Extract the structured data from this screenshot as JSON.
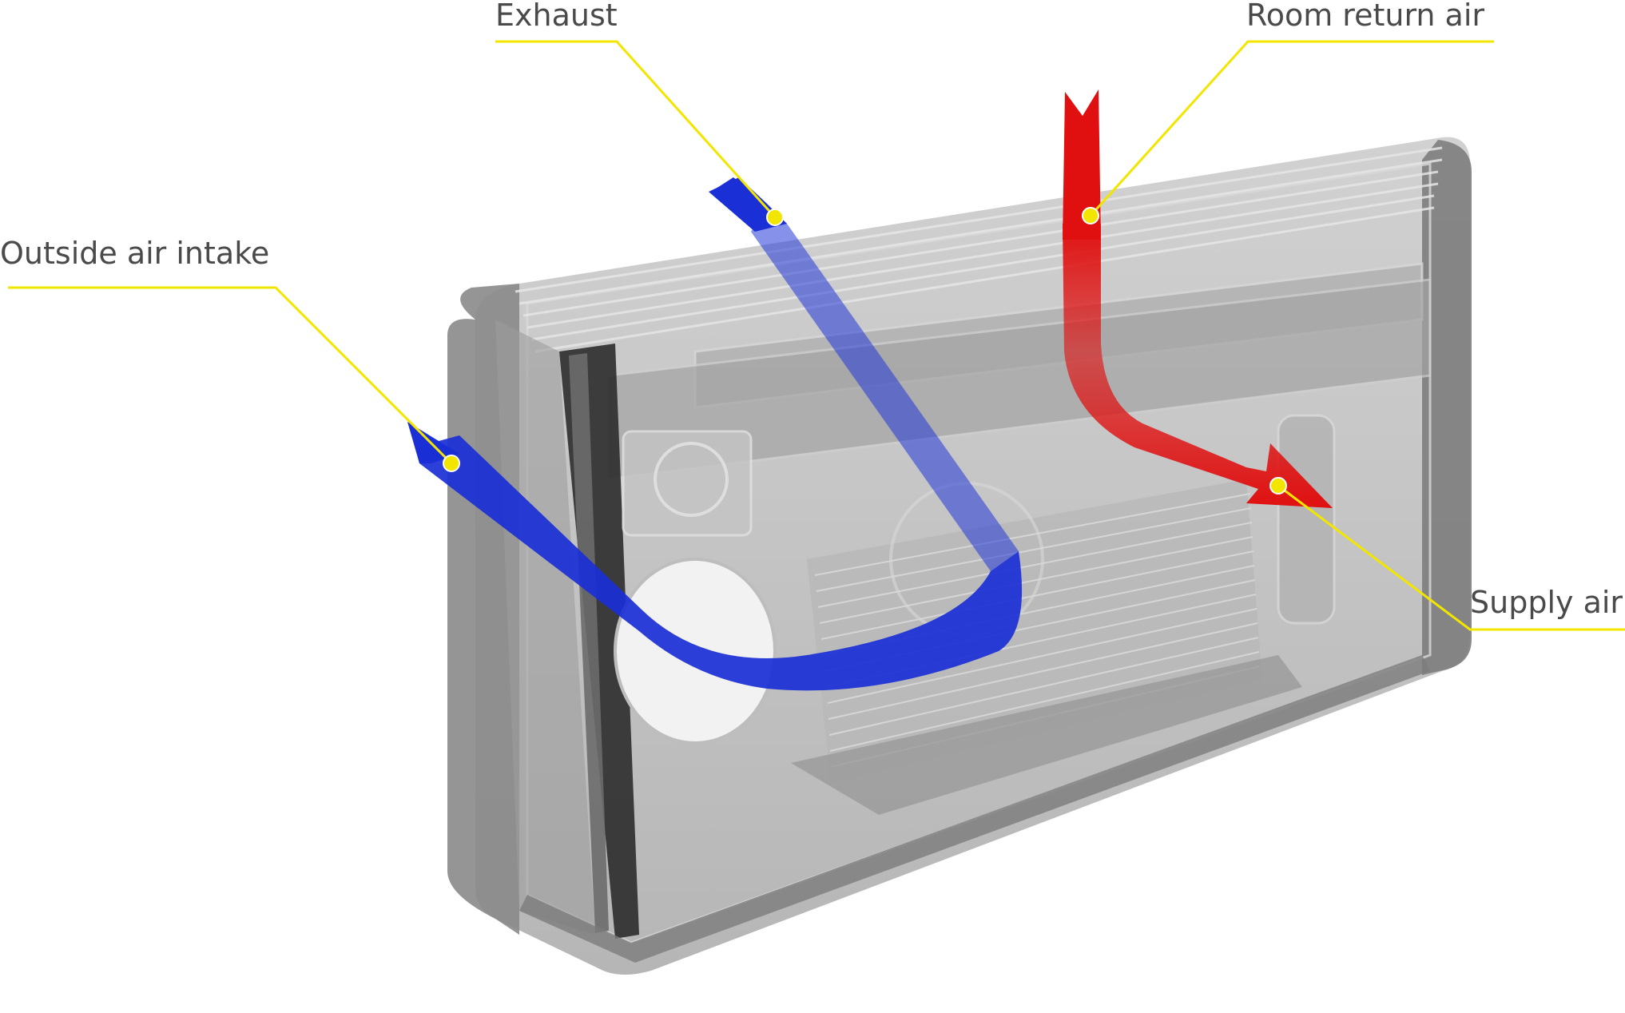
{
  "callouts": {
    "exhaust": "Exhaust",
    "room_return_air": "Room return air",
    "outside_air_intake": "Outside air intake",
    "supply_air": "Supply air"
  },
  "colors": {
    "leader_line": "#f2e600",
    "cold_airflow": "#1a2fd6",
    "warm_airflow": "#e01010",
    "unit_casing": "#9a9a9a"
  }
}
